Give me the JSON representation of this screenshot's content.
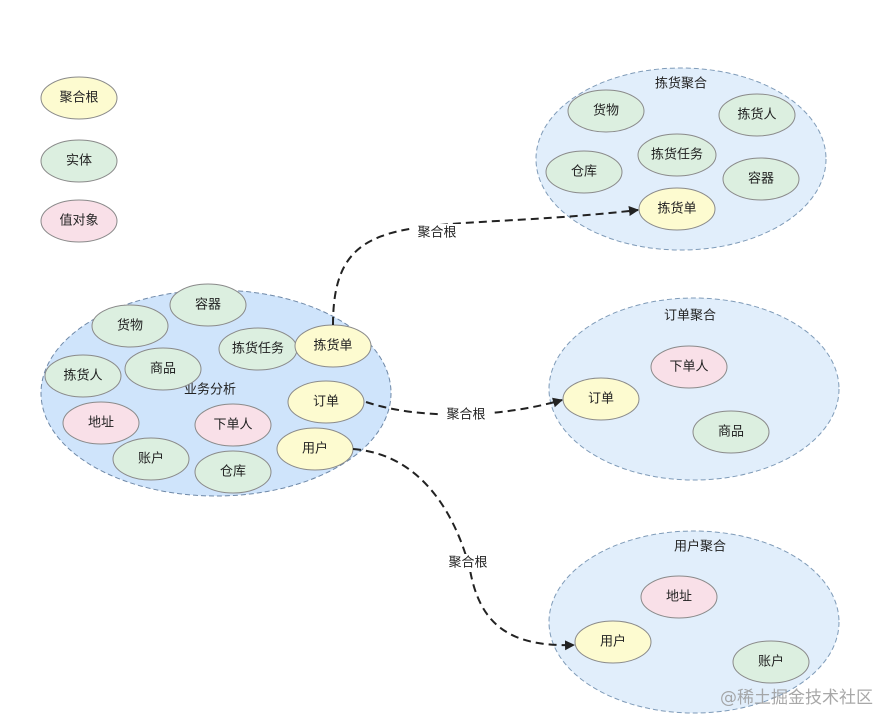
{
  "legend": {
    "root": "聚合根",
    "entity": "实体",
    "value": "值对象"
  },
  "colors": {
    "root_fill": "#fdfbd0",
    "entity_fill": "#dcefe0",
    "value_fill": "#f9e0e8",
    "group_fill": "#d6e9fb",
    "group_fill_light": "#e1eefb",
    "stroke": "#8a8a8a",
    "group_stroke": "#7f9bb8",
    "arrow": "#222222"
  },
  "analysis": {
    "title": "业务分析",
    "items": {
      "rongqi": "容器",
      "huowu": "货物",
      "jianhuorenwu": "拣货任务",
      "jianhuodan": "拣货单",
      "jianhuoren": "拣货人",
      "shangpin": "商品",
      "dizhi": "地址",
      "xiadanren": "下单人",
      "dingdan": "订单",
      "zhanghu": "账户",
      "cangku": "仓库",
      "yonghu": "用户"
    }
  },
  "pick_aggregate": {
    "title": "拣货聚合",
    "items": {
      "huowu": "货物",
      "jianhuoren": "拣货人",
      "jianhuorenwu": "拣货任务",
      "cangku": "仓库",
      "rongqi": "容器",
      "jianhuodan": "拣货单"
    }
  },
  "order_aggregate": {
    "title": "订单聚合",
    "items": {
      "xiadanren": "下单人",
      "dingdan": "订单",
      "shangpin": "商品"
    }
  },
  "user_aggregate": {
    "title": "用户聚合",
    "items": {
      "dizhi": "地址",
      "yonghu": "用户",
      "zhanghu": "账户"
    }
  },
  "edges": {
    "pick": "聚合根",
    "order": "聚合根",
    "user": "聚合根"
  },
  "watermark": "@稀土掘金技术社区"
}
